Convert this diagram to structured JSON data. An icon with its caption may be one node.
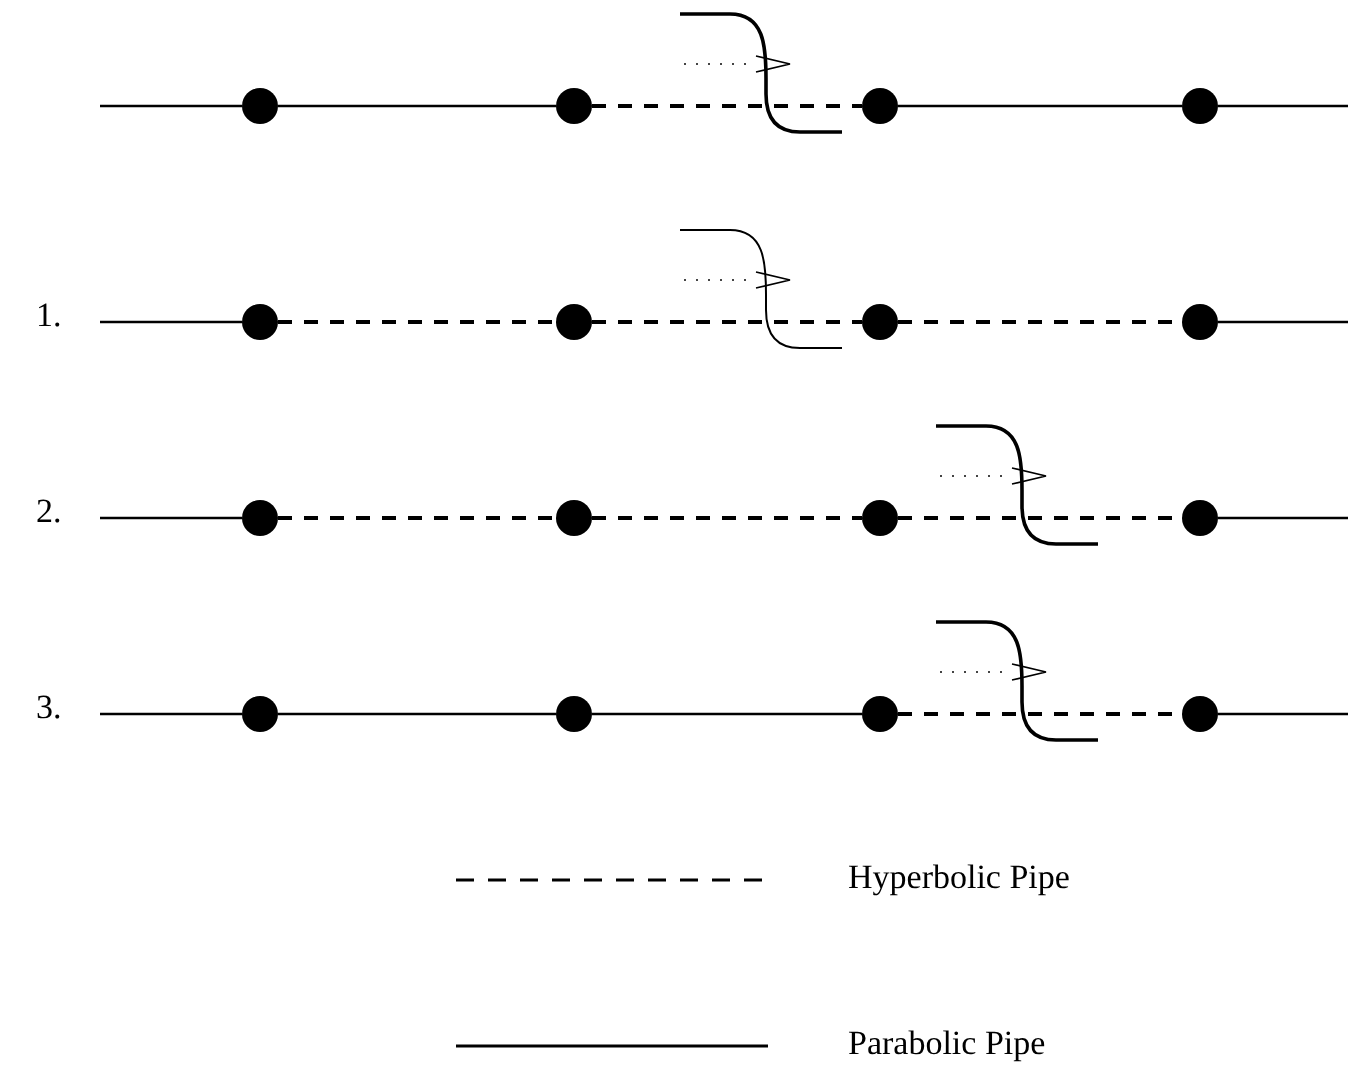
{
  "diagram": {
    "nodes": [
      {
        "text": [],
        "shape": "circle"
      },
      {
        "text": [],
        "shape": "circle"
      },
      {
        "text": [],
        "shape": "circle"
      },
      {
        "text": [],
        "shape": "circle"
      },
      {
        "text": [],
        "shape": "circle"
      },
      {
        "text": [],
        "shape": "circle"
      },
      {
        "text": [],
        "shape": "circle"
      },
      {
        "text": [],
        "shape": "circle"
      },
      {
        "text": [],
        "shape": "circle"
      },
      {
        "text": [],
        "shape": "circle"
      },
      {
        "text": [],
        "shape": "circle"
      },
      {
        "text": [],
        "shape": "circle"
      },
      {
        "text": [],
        "shape": "circle"
      },
      {
        "text": [],
        "shape": "circle"
      },
      {
        "text": [],
        "shape": "circle"
      },
      {
        "text": [],
        "shape": "circle"
      }
    ],
    "edges": [
      {
        "from": null,
        "to": 0,
        "arrow": "none"
      },
      {
        "from": 0,
        "to": 1,
        "arrow": "none"
      },
      {
        "from": 1,
        "to": 2,
        "arrow": "none",
        "style": "dashed"
      },
      {
        "from": 2,
        "to": 3,
        "arrow": "none"
      },
      {
        "from": 3,
        "to": null,
        "arrow": "none"
      },
      {
        "from": null,
        "to": 4,
        "arrow": "none"
      },
      {
        "from": 4,
        "to": 5,
        "arrow": "none",
        "style": "dashed"
      },
      {
        "from": 5,
        "to": 6,
        "arrow": "none",
        "style": "dashed"
      },
      {
        "from": 6,
        "to": 7,
        "arrow": "none",
        "style": "dashed"
      },
      {
        "from": 7,
        "to": null,
        "arrow": "none"
      },
      {
        "from": null,
        "to": 8,
        "arrow": "none"
      },
      {
        "from": 8,
        "to": 9,
        "arrow": "none",
        "style": "dashed"
      },
      {
        "from": 9,
        "to": 10,
        "arrow": "none",
        "style": "dashed"
      },
      {
        "from": 10,
        "to": 11,
        "arrow": "none",
        "style": "dashed"
      },
      {
        "from": 11,
        "to": null,
        "arrow": "none"
      },
      {
        "from": null,
        "to": 12,
        "arrow": "none"
      },
      {
        "from": 12,
        "to": 13,
        "arrow": "none"
      },
      {
        "from": 13,
        "to": 14,
        "arrow": "none"
      },
      {
        "from": 14,
        "to": 15,
        "arrow": "none",
        "style": "dashed"
      },
      {
        "from": 15,
        "to": null,
        "arrow": "none"
      }
    ],
    "labels": [
      "1.",
      "2.",
      "3."
    ],
    "legend": [
      {
        "text": "Hyperbolic Pipe"
      },
      {
        "text": "Parabolic Pipe"
      }
    ]
  }
}
